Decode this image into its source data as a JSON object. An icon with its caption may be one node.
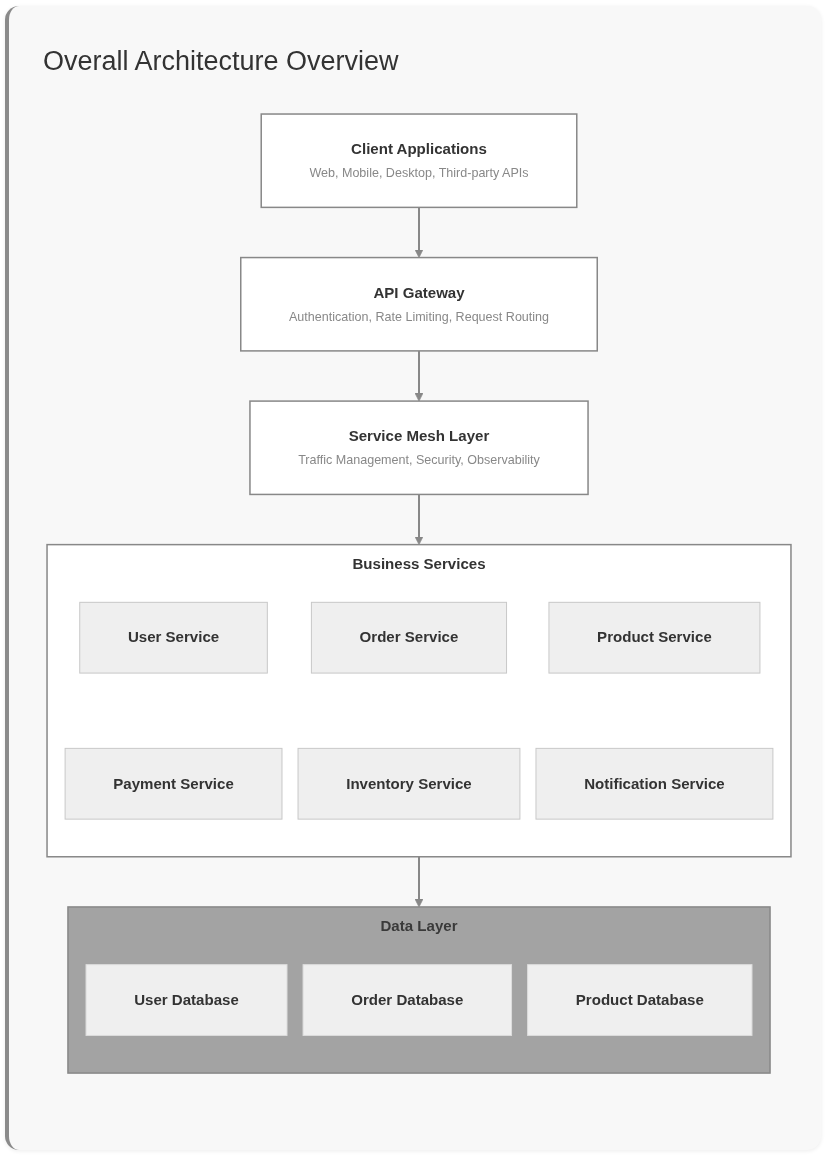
{
  "diagram": {
    "title": "Overall Architecture Overview",
    "nodes": [
      {
        "text": [
          "Client Applications",
          "Web, Mobile, Desktop, Third-party APIs"
        ]
      },
      {
        "text": [
          "API Gateway",
          "Authentication, Rate Limiting, Request Routing"
        ]
      },
      {
        "text": [
          "Service Mesh Layer",
          "Traffic Management, Security, Observability"
        ]
      },
      {
        "text": [
          "Business Services"
        ]
      },
      {
        "text": [
          "User Service"
        ],
        "in": 3
      },
      {
        "text": [
          "Order Service"
        ],
        "in": 3
      },
      {
        "text": [
          "Product Service"
        ],
        "in": 3
      },
      {
        "text": [
          "Payment Service"
        ],
        "in": 3
      },
      {
        "text": [
          "Inventory Service"
        ],
        "in": 3
      },
      {
        "text": [
          "Notification Service"
        ],
        "in": 3
      },
      {
        "text": [
          "Data Layer"
        ]
      },
      {
        "text": [
          "User Database"
        ],
        "in": 10
      },
      {
        "text": [
          "Order Database"
        ],
        "in": 10
      },
      {
        "text": [
          "Product Database"
        ],
        "in": 10
      }
    ],
    "edges": [
      {
        "from": 0,
        "to": 1,
        "arrow": "to"
      },
      {
        "from": 1,
        "to": 2,
        "arrow": "to"
      },
      {
        "from": 2,
        "to": 3,
        "arrow": "to"
      },
      {
        "from": 3,
        "to": 10,
        "arrow": "to"
      }
    ]
  }
}
